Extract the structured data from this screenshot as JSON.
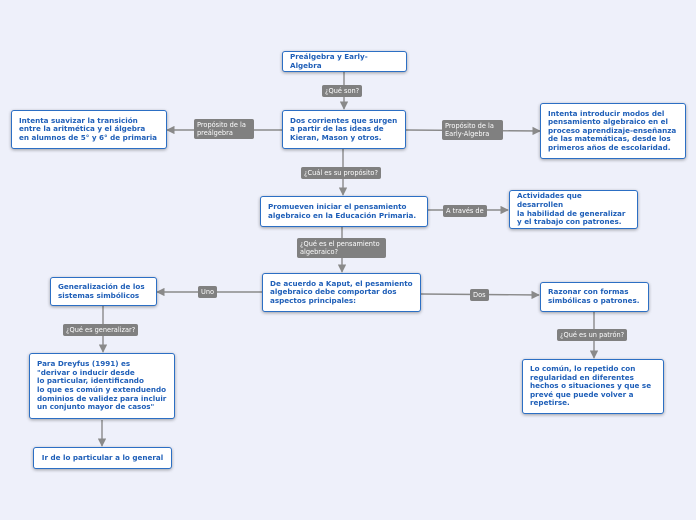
{
  "nodes": {
    "root": "Preálgebra y Early-Algebra",
    "center": "Dos corrientes que surgen\na partir de las ideas de\nKieran, Mason y otros.",
    "left_top": "Intenta suavizar la transición\nentre la aritmética y el álgebra\nen alumnos de 5° y 6° de primaria",
    "right_top": "Intenta introducir modos del\npensamiento algebraico en el\nproceso aprendizaje-enseñanza\nde las matemáticas, desde los\nprimeros años de escolaridad.",
    "purpose": "Promueven iniciar el pensamiento\nalgebraico en la Educación Primaria.",
    "activities": "Actividades que desarrollen\nla habilidad de generalizar\ny el trabajo con patrones.",
    "kaput": "De acuerdo a Kaput, el pesamiento\nalgebraico debe comportar dos\naspectos principales:",
    "generalization": "Generalización de los\nsistemas simbólicos",
    "dreyfus": "Para Dreyfus (1991) es\n\"derivar o inducir desde\nlo particular, identificando\nlo que es común y extenduendo\ndominios de validez para incluir\nun conjunto mayor de casos\"",
    "particular": "Ir de lo particular a lo general",
    "reasoning": "Razonar con formas\nsimbólicas o patrones.",
    "pattern": "Lo común, lo repetido con\nregularidad en diferentes\nhechos o situaciones y que se\nprevé que puede volver a\nrepetirse."
  },
  "labels": {
    "que_son": "¿Qué son?",
    "prop_prealgebra": "Propósito de la\npreálgebra",
    "prop_early": "Propósito de la\nEarly-Algebra",
    "cual_proposito": "¿Cuál es su propósito?",
    "a_traves": "A través de",
    "que_es_pensamiento": "¿Qué es el pensamiento\nalgebraico?",
    "uno": "Uno",
    "dos": "Dos",
    "que_es_generalizar": "¿Qué es generalizar?",
    "que_es_patron": "¿Qué es un patrón?"
  },
  "colors": {
    "background": "#eef0fa",
    "node_border": "#2c6fc4",
    "node_text": "#1f5fb8",
    "label_bg": "#808080",
    "connector": "#8a8a8a"
  }
}
